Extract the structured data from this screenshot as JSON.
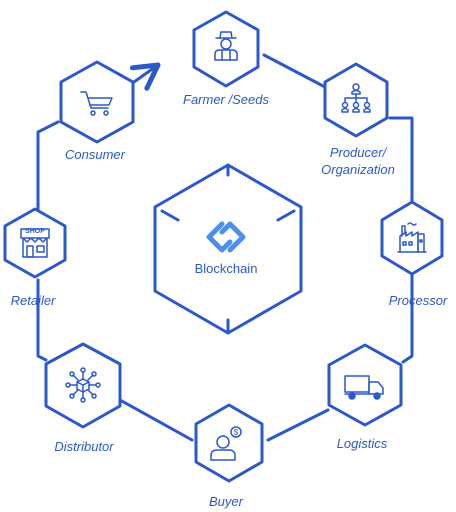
{
  "colors": {
    "primary": "#2c59c9",
    "background": "#ffffff"
  },
  "center": {
    "label": "Blockchain",
    "icon": "blockchain-logo-icon"
  },
  "nodes": [
    {
      "id": "farmer",
      "label": "Farmer /Seeds",
      "icon": "farmer-icon"
    },
    {
      "id": "producer",
      "label_lines": [
        "Producer/",
        "Organization"
      ],
      "icon": "org-chart-icon"
    },
    {
      "id": "processor",
      "label": "Processor",
      "icon": "factory-icon"
    },
    {
      "id": "logistics",
      "label": "Logistics",
      "icon": "truck-icon"
    },
    {
      "id": "buyer",
      "label": "Buyer",
      "icon": "buyer-icon"
    },
    {
      "id": "distributor",
      "label": "Distributor",
      "icon": "distribution-icon"
    },
    {
      "id": "retailer",
      "label": "Retailer",
      "icon": "shop-icon"
    },
    {
      "id": "consumer",
      "label": "Consumer",
      "icon": "cart-icon"
    }
  ],
  "shop_sign": "SHOP"
}
